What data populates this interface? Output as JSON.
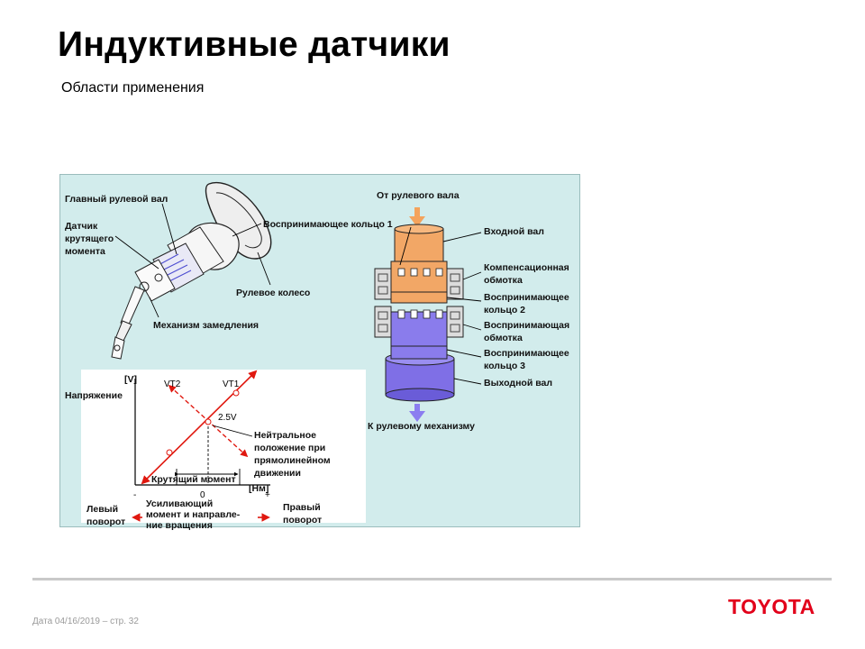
{
  "slide": {
    "title": "Индуктивные датчики",
    "subtitle": "Области применения"
  },
  "steering": {
    "main_shaft": "Главный рулевой вал",
    "torque_sensor_l1": "Датчик",
    "torque_sensor_l2": "крутящего",
    "torque_sensor_l3": "момента",
    "wheel": "Рулевое колесо",
    "reduction": "Механизм замедления"
  },
  "sensor": {
    "from_shaft": "От рулевого вала",
    "ring1": "Воспринимающее кольцо 1",
    "input_shaft": "Входной вал",
    "comp_coil_l1": "Компенсационная",
    "comp_coil_l2": "обмотка",
    "ring2_l1": "Воспринимающее",
    "ring2_l2": "кольцо 2",
    "sense_coil_l1": "Воспринимающая",
    "sense_coil_l2": "обмотка",
    "ring3_l1": "Воспринимающее",
    "ring3_l2": "кольцо 3",
    "output_shaft": "Выходной вал",
    "to_mechanism": "К рулевому механизму"
  },
  "graph": {
    "y_unit": "[V]",
    "y_label": "Напряжение",
    "vt2": "VT2",
    "vt1": "VT1",
    "voltage_mid": "2.5V",
    "neutral_l1": "Нейтральное",
    "neutral_l2": "положение при",
    "neutral_l3": "прямолинейном",
    "neutral_l4": "движении",
    "torque_label": "Крутящий момент",
    "x_unit": "[Нм]",
    "tick_minus": "-",
    "tick_zero": "0",
    "tick_plus": "+",
    "left_l1": "Левый",
    "left_l2": "поворот",
    "assist_l1": "Усиливающий",
    "assist_l2": "момент и направле-",
    "assist_l3": "ние вращения",
    "right_l1": "Правый",
    "right_l2": "поворот"
  },
  "colors": {
    "panel_bg": "#d2ecec",
    "orange_ring": "#f2a766",
    "purple_shaft": "#7f6fe6",
    "red_line": "#e0180f",
    "toyota_red": "#e2001a"
  },
  "footer": {
    "date": "Дата 04/16/2019 – стр.  32",
    "logo": "TOYOTA"
  }
}
